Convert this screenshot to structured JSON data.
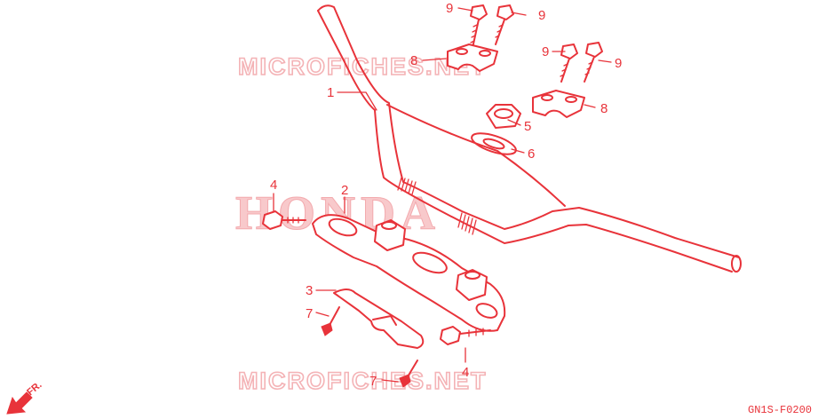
{
  "watermarks": {
    "top": "MICROFICHES.NET",
    "center": "HONDA",
    "bottom": "MICROFICHES.NET"
  },
  "diagram_code": "GN1S-F0200",
  "direction_label": "FR.",
  "callouts": {
    "c1": "1",
    "c2": "2",
    "c3": "3",
    "c4a": "4",
    "c4b": "4",
    "c5": "5",
    "c6": "6",
    "c7a": "7",
    "c7b": "7",
    "c8a": "8",
    "c8b": "8",
    "c9a": "9",
    "c9b": "9",
    "c9c": "9",
    "c9d": "9"
  },
  "colors": {
    "line": "#e8333a",
    "watermark": "#f4b3b6"
  }
}
